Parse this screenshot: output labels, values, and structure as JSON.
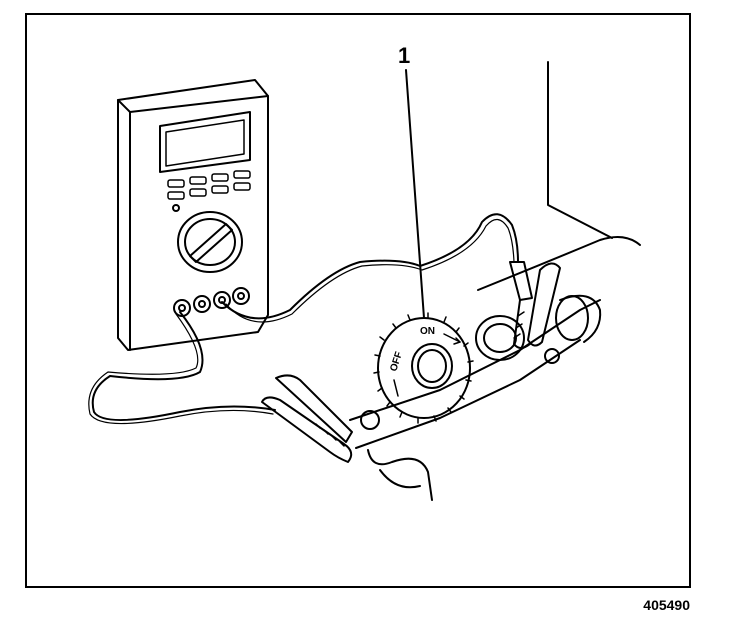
{
  "figure": {
    "callout_label": "1",
    "reference_number": "405490",
    "knob_labels": {
      "off": "OFF",
      "on": "ON"
    },
    "colors": {
      "line": "#000000",
      "background": "#ffffff"
    }
  },
  "icons": [
    "multimeter-icon",
    "alligator-clip-icon",
    "rotary-switch-icon"
  ]
}
